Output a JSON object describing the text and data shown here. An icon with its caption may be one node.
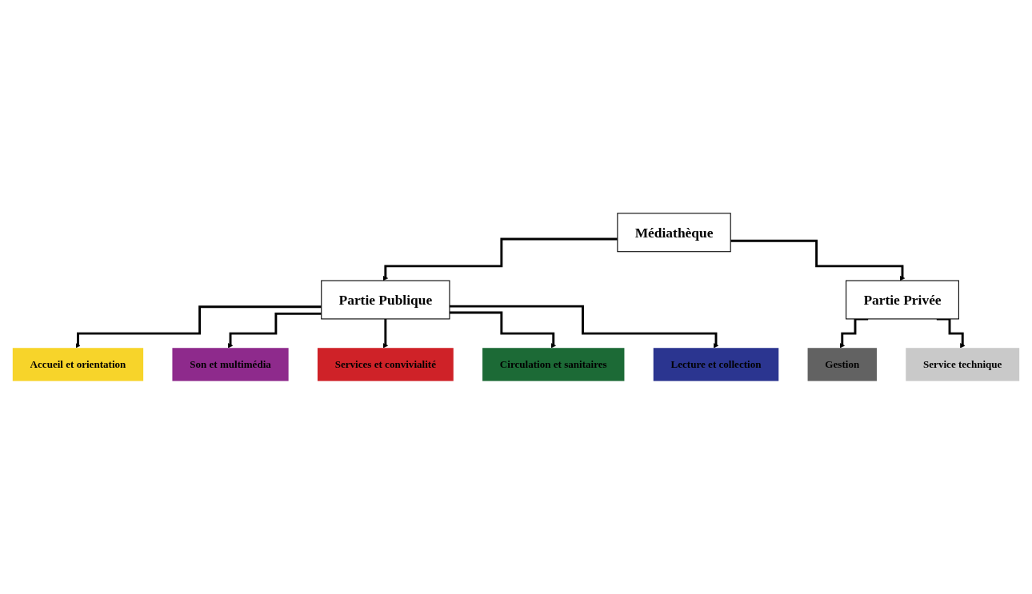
{
  "diagram": {
    "nodes": [
      {
        "text": [
          "Médiathèque"
        ]
      },
      {
        "text": [
          "Partie Publique"
        ]
      },
      {
        "text": [
          "Partie Privée"
        ]
      },
      {
        "text": [
          "Accueil et orientation"
        ]
      },
      {
        "text": [
          "Services et convivialité"
        ]
      },
      {
        "text": [
          "Lecture et collection"
        ]
      },
      {
        "text": [
          "Son et multimédia"
        ]
      },
      {
        "text": [
          "Circulation et sanitaires"
        ]
      },
      {
        "text": [
          "Gestion"
        ]
      },
      {
        "text": [
          "Service technique"
        ]
      }
    ],
    "edges": [
      {
        "from": 0,
        "to": 1,
        "arrow": "to"
      },
      {
        "from": 0,
        "to": 2,
        "arrow": "to"
      },
      {
        "from": 1,
        "to": 3,
        "arrow": "to"
      },
      {
        "from": 1,
        "to": 6,
        "arrow": "to"
      },
      {
        "from": 1,
        "to": 4,
        "arrow": "to"
      },
      {
        "from": 1,
        "to": 7,
        "arrow": "to"
      },
      {
        "from": 1,
        "to": 5,
        "arrow": "to"
      },
      {
        "from": 2,
        "to": 8,
        "arrow": "to"
      },
      {
        "from": 2,
        "to": 9,
        "arrow": "to"
      }
    ]
  }
}
